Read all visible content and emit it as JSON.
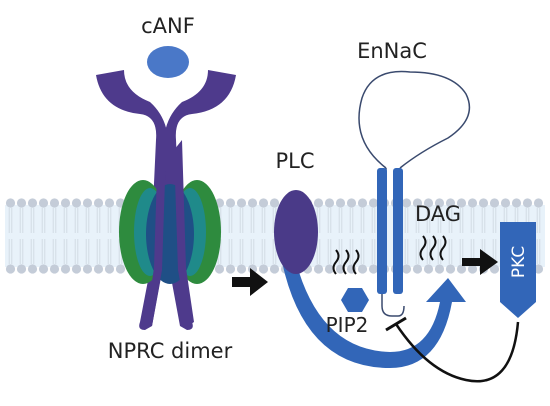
{
  "labels": {
    "ligand": "cANF",
    "channel": "EnNaC",
    "enzyme": "PLC",
    "messenger": "DAG",
    "kinase": "PKC",
    "substrate": "PIP2",
    "receptor": "NPRC dimer"
  },
  "colors": {
    "ligand": "#4a78c8",
    "receptor_purple": "#4e3a8c",
    "receptor_green": "#2e8b3e",
    "receptor_teal": "#1f8a8a",
    "receptor_blue": "#1f4f86",
    "plc": "#4a3a88",
    "pathway_blue": "#3266b8",
    "membrane_head": "#c4ccd8",
    "membrane_band": "#e8f2fa",
    "arrow_black": "#111111"
  }
}
